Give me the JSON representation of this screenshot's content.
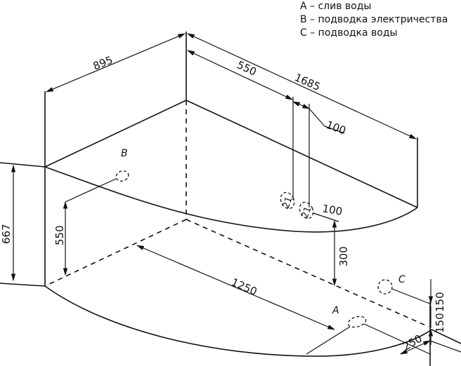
{
  "legend": [
    {
      "letter": "A",
      "text": "A – слив воды"
    },
    {
      "letter": "B",
      "text": "B – подводка электричества"
    },
    {
      "letter": "C",
      "text": "C – подводка воды"
    }
  ],
  "dimensions": {
    "width_895": "895",
    "length_1685": "1685",
    "offset_550_top": "550",
    "spacing_100_top": "100",
    "spacing_100_mid": "100",
    "height_667": "667",
    "height_550": "550",
    "height_300": "300",
    "length_1250": "1250",
    "depth_250": "250",
    "height_150_a": "150",
    "height_150_b": "150",
    "pipe_21a": "21",
    "pipe_21b": "21"
  },
  "labels": {
    "a": "A",
    "b": "B",
    "c": "C"
  }
}
